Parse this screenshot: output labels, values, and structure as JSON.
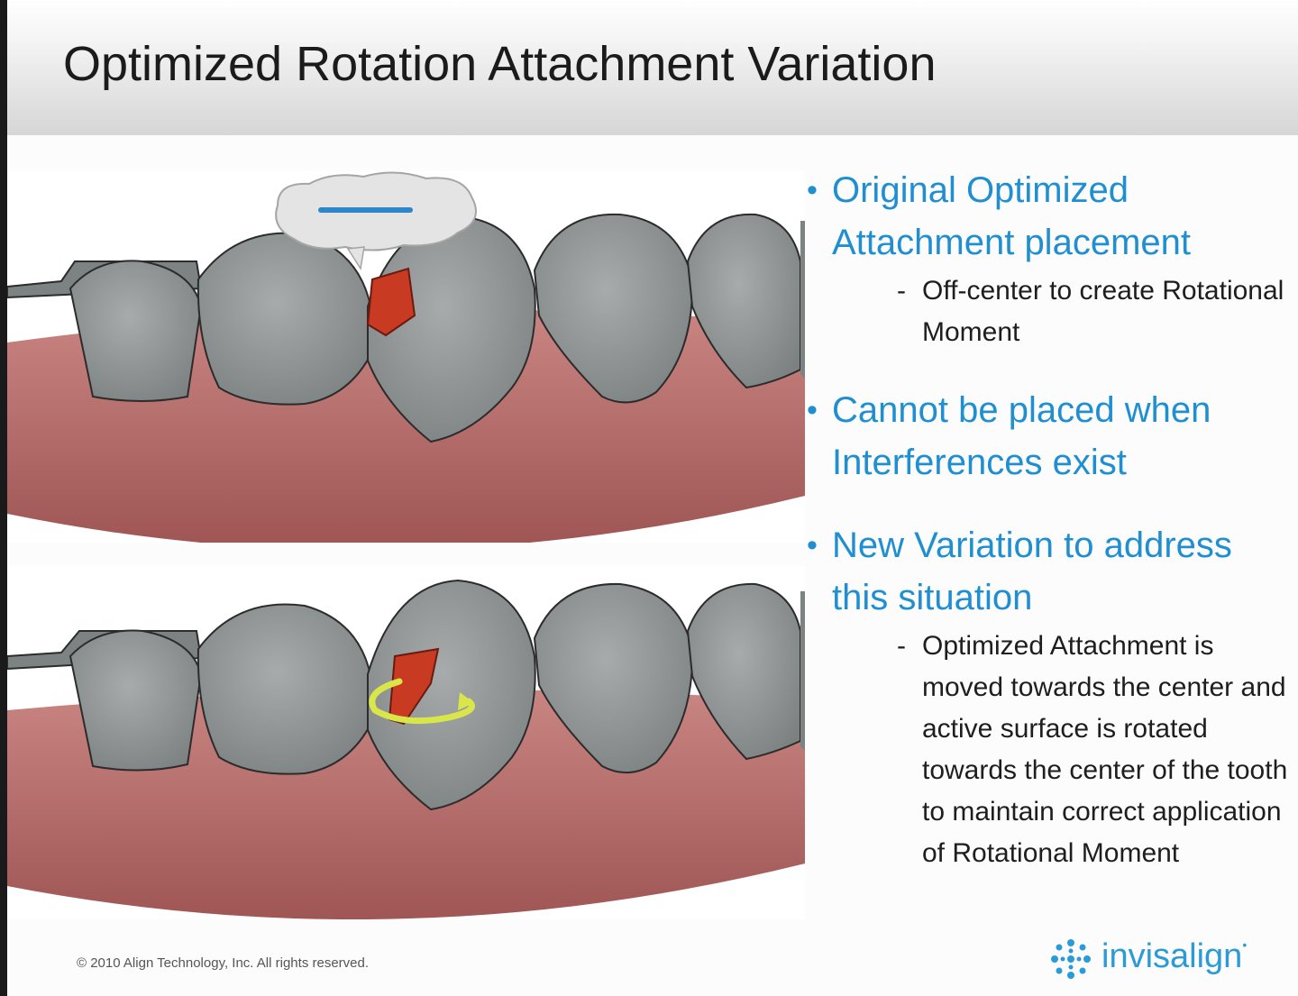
{
  "slide": {
    "title": "Optimized Rotation Attachment Variation",
    "bullets": [
      {
        "text": "Original Optimized Attachment placement",
        "sub": [
          "Off-center to create Rotational Moment"
        ]
      },
      {
        "text": "Cannot be placed when Interferences exist",
        "sub": []
      },
      {
        "text": "New Variation to address this situation",
        "sub": [
          "Optimized Attachment is moved towards the center and active surface is rotated towards the center of the tooth to maintain correct application of Rotational Moment"
        ]
      }
    ],
    "footer": "© 2010 Align Technology, Inc. All rights reserved.",
    "logo_text": "invisalign"
  },
  "colors": {
    "accent_blue": "#1f8fd1",
    "gum": "#b56b69",
    "tooth": "#8f9495",
    "attachment": "#c83a22",
    "rotation_arrow": "#d9e64a"
  },
  "icons": {
    "logo": "invisalign-star-icon"
  }
}
